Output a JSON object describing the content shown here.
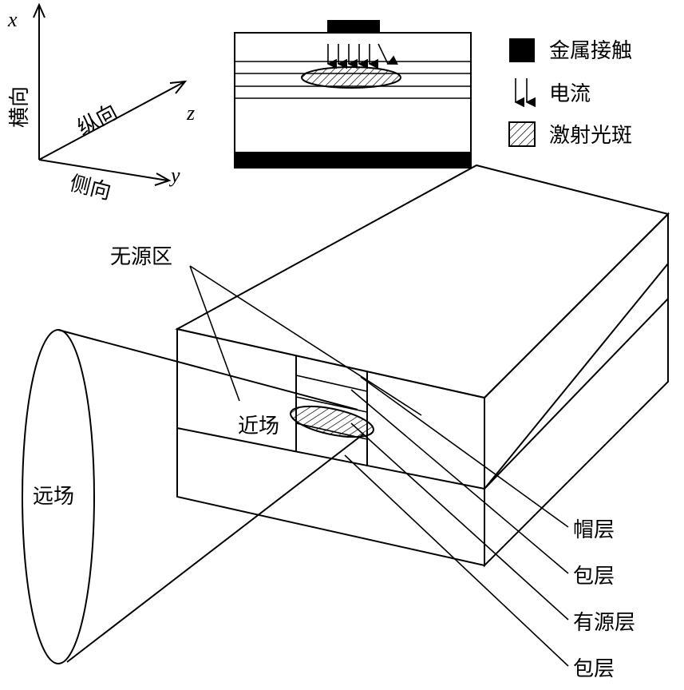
{
  "axes": {
    "x_label": "x",
    "y_label": "y",
    "z_label": "z",
    "transverse": "横向",
    "longitudinal": "纵向",
    "lateral": "侧向"
  },
  "legend": {
    "metal_contact": "金属接触",
    "current": "电流",
    "laser_spot": "激射光斑"
  },
  "labels": {
    "passive_region": "无源区",
    "near_field": "近场",
    "far_field": "远场",
    "cap_layer": "帽层",
    "cladding_1": "包层",
    "active_layer": "有源层",
    "cladding_2": "包层"
  },
  "colors": {
    "line": "#000000",
    "fill": "#000000",
    "background": "#ffffff"
  }
}
